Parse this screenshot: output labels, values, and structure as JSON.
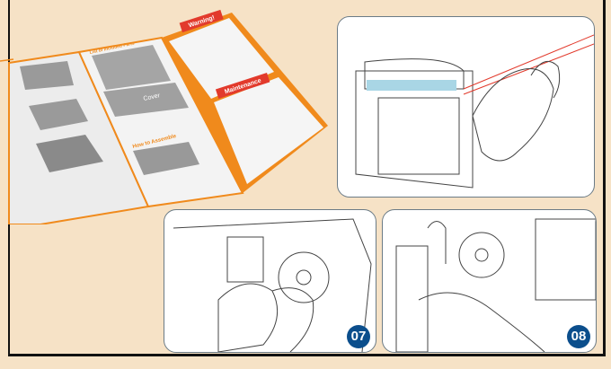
{
  "brochure": {
    "warning_title": "Warning!",
    "maintenance_title": "Maintenance",
    "parts_title": "List of Included Parts",
    "cover_label": "Cover",
    "assemble_title": "How to Assemble"
  },
  "steps": [
    {
      "number": "07"
    },
    {
      "number": "08"
    }
  ],
  "colors": {
    "background": "#f6e2c6",
    "accent": "#f08a1c",
    "badge": "#0b4e8c",
    "warning_red": "#e23a2c"
  }
}
